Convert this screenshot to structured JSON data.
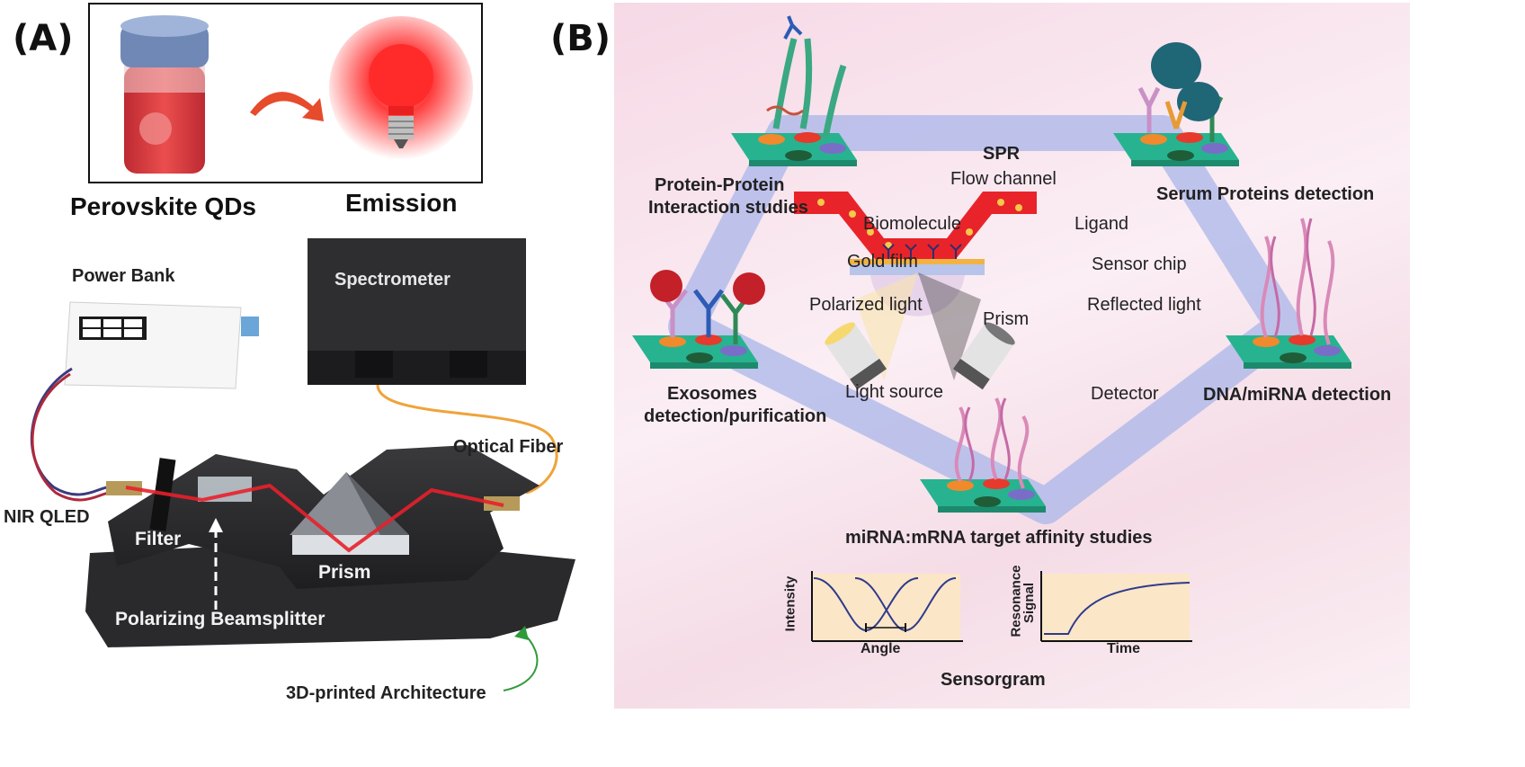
{
  "panel_a": {
    "letter": "(A)",
    "inset": {
      "left_caption": "Perovskite QDs",
      "right_caption": "Emission"
    },
    "device_labels": {
      "power_bank": "Power Bank",
      "spectrometer": "Spectrometer",
      "optical_fiber": "Optical Fiber",
      "nir_qled": "NIR QLED",
      "filter": "Filter",
      "prism": "Prism",
      "beamsplitter": "Polarizing Beamsplitter",
      "architecture": "3D-printed Architecture"
    }
  },
  "panel_b": {
    "letter": "(B)",
    "center": {
      "title": "SPR",
      "flow_channel": "Flow channel",
      "biomolecule": "Biomolecule",
      "ligand": "Ligand",
      "gold_film": "Gold film",
      "sensor_chip": "Sensor chip",
      "polarized_light": "Polarized light",
      "reflected_light": "Reflected light",
      "prism": "Prism",
      "light_source": "Light source",
      "detector": "Detector"
    },
    "applications": {
      "ppi_line1": "Protein-Protein",
      "ppi_line2": "Interaction studies",
      "serum": "Serum Proteins detection",
      "exo_line1": "Exosomes",
      "exo_line2": "detection/purification",
      "dna": "DNA/miRNA detection",
      "mirna": "miRNA:mRNA target affinity studies"
    },
    "sensorgram": {
      "title": "Sensorgram",
      "left": {
        "ylabel": "Intensity",
        "xlabel": "Angle"
      },
      "right": {
        "ylabel_line1": "Resonance",
        "ylabel_line2": "Signal",
        "xlabel": "Time"
      }
    }
  },
  "colors": {
    "red_beam": "#e8202a",
    "device_body": "#2b2b2d",
    "hexagon_band": "#aab6e8",
    "chip_green": "#27b38f",
    "plot_bg": "#fbe6c8",
    "curve": "#2e3a8c"
  }
}
